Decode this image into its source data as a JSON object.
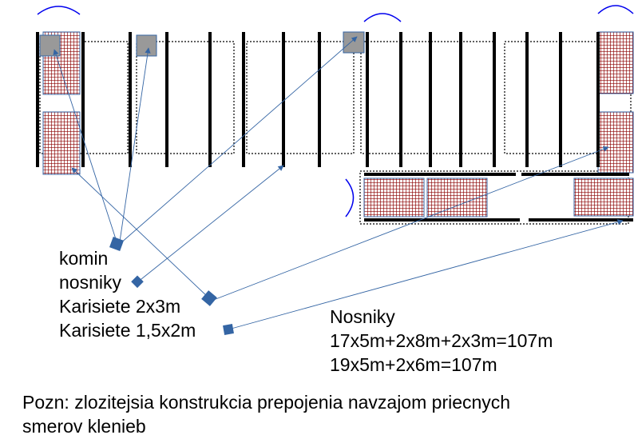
{
  "legend": {
    "items": [
      "komin",
      "nosniky",
      "Karisiete 2x3m",
      "Karisiete 1,5x2m"
    ]
  },
  "beams_note": {
    "title": "Nosniky",
    "lines": [
      "17x5m+2x8m+2x3m=107m",
      "19x5m+2x6m=107m"
    ]
  },
  "note": {
    "lines": [
      "Pozn: zlozitejsia konstrukcia prepojenia navzajom priecnych",
      "smerov klenieb"
    ]
  },
  "colors": {
    "mesh": "#8b0000",
    "connector": "#3465a4",
    "chimney": "#999999",
    "arc": "#0000ee"
  }
}
